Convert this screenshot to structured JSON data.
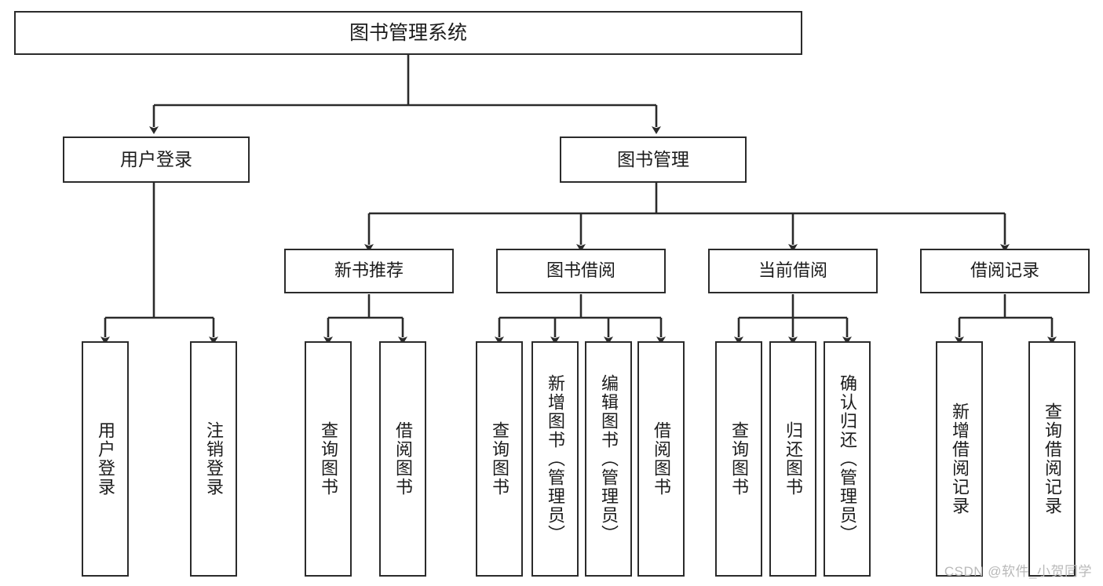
{
  "diagram": {
    "title": "图书管理系统",
    "type": "tree",
    "watermark": "CSDN @软件_小贺同学",
    "colors": {
      "box_border": "#2b2b2b",
      "box_fill": "#ffffff",
      "connector": "#2b2b2b",
      "text": "#1c1c1c",
      "watermark": "#b9b9b9",
      "background": "#ffffff"
    },
    "nodes": {
      "root": {
        "label": "图书管理系统"
      },
      "level1": [
        {
          "label": "用户登录"
        },
        {
          "label": "图书管理"
        }
      ],
      "level2": [
        {
          "label": "新书推荐"
        },
        {
          "label": "图书借阅"
        },
        {
          "label": "当前借阅"
        },
        {
          "label": "借阅记录"
        }
      ],
      "leaves": {
        "user_login": [
          {
            "label": "用户登录"
          },
          {
            "label": "注销登录"
          }
        ],
        "new_book_recommend": [
          {
            "label": "查询图书"
          },
          {
            "label": "借阅图书"
          }
        ],
        "book_borrow": [
          {
            "label": "查询图书"
          },
          {
            "label": "新增图书（管理员）"
          },
          {
            "label": "编辑图书（管理员）"
          },
          {
            "label": "借阅图书"
          }
        ],
        "current_borrow": [
          {
            "label": "查询图书"
          },
          {
            "label": "归还图书"
          },
          {
            "label": "确认归还（管理员）"
          }
        ],
        "borrow_record": [
          {
            "label": "新增借阅记录"
          },
          {
            "label": "查询借阅记录"
          }
        ]
      }
    }
  }
}
